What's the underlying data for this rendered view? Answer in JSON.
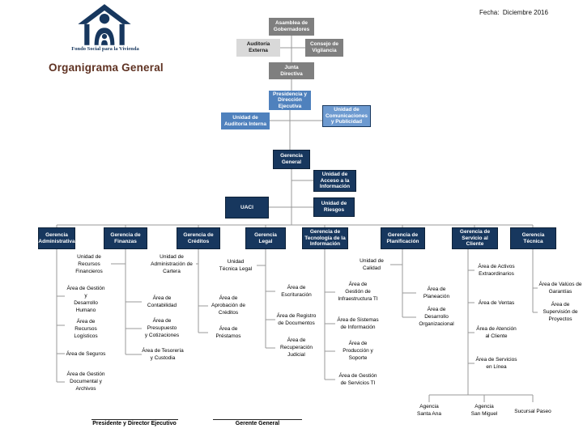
{
  "header": {
    "logo_caption": "Fondo Social para la Vivienda",
    "title": "Organigrama General",
    "date": "Fecha:  Diciembre 2016"
  },
  "colors": {
    "navy": "#17375e",
    "medium_blue": "#4f81bd",
    "light_blue": "#6d9ad0",
    "gray": "#7f7f7f",
    "light_gray": "#d9d9d9",
    "connector": "#999999",
    "title_text": "#5f3222"
  },
  "top": {
    "asamblea": "Asamblea de\nGobernadores",
    "auditoria_externa": "Auditoría\nExterna",
    "consejo_vigilancia": "Consejo de\nVigilancia",
    "junta_directiva": "Junta\nDirectiva",
    "presidencia": "Presidencia y\nDirección\nEjecutiva",
    "unidad_auditoria_interna": "Unidad de\nAuditoría Interna",
    "unidad_comunicaciones": "Unidad de\nComunicaciones\ny Publicidad",
    "gerencia_general": "Gerencia\nGeneral",
    "unidad_acceso_informacion": "Unidad de\nAcceso a la\nInformación",
    "uaci": "UACI",
    "unidad_riesgos": "Unidad de\nRiesgos"
  },
  "gerencias": {
    "administrativa": "Gerencia\nAdministrativa",
    "finanzas": "Gerencia de\nFinanzas",
    "creditos": "Gerencia de\nCréditos",
    "legal": "Gerencia\nLegal",
    "tecnologia": "Gerencia de\nTecnología de la\nInformación",
    "planificacion": "Gerencia de\nPlanificación",
    "servicio_cliente": "Gerencia de\nServicio al Cliente",
    "tecnica": "Gerencia\nTécnica"
  },
  "unidades": {
    "recursos_financieros": "Unidad de\nRecursos\nFinancieros",
    "administracion_cartera": "Unidad de\nAdministración de\nCartera",
    "tecnica_legal": "Unidad\nTécnica Legal",
    "calidad": "Unidad de\nCalidad"
  },
  "areas": {
    "administrativa": [
      "Área de Gestión y\nDesarrollo\nHumano",
      "Área de Recursos\nLogísticos",
      "Área de Seguros",
      "Área de Gestión\nDocumental y\nArchivos"
    ],
    "finanzas": [
      "Área de\nContabilidad",
      "Área de\nPresupuesto\ny Cotizaciones",
      "Área de Tesorería\ny Custodia"
    ],
    "creditos": [
      "Área de\nAprobación de\nCréditos",
      "Área de\nPréstamos"
    ],
    "legal": [
      "Área de\nEscrituración",
      "Área de Registro\nde Documentos",
      "Área de\nRecuperación\nJudicial"
    ],
    "tecnologia": [
      "Área de\nGestión de\nInfraestructura TI",
      "Área de Sistemas\nde Información",
      "Área de\nProducción y\nSoporte",
      "Área de Gestión\nde Servicios TI"
    ],
    "planificacion": [
      "Área de\nPlaneación",
      "Área de\nDesarrollo\nOrganizacional"
    ],
    "servicio_cliente": [
      "Área de Activos\nExtraordinarios",
      "Área de Ventas",
      "Área de Atención\nal Cliente",
      "Área de Servicios\nen Línea"
    ],
    "tecnica": [
      "Área de Valúos de\nGarantías",
      "Área de\nSupervisión de\nProyectos"
    ]
  },
  "sucursales": [
    "Agencia\nSanta Ana",
    "Agencia\nSan Miguel",
    "Sucursal Paseo"
  ],
  "firmas": [
    "Presidente y Director Ejecutivo",
    "Gerente General"
  ]
}
